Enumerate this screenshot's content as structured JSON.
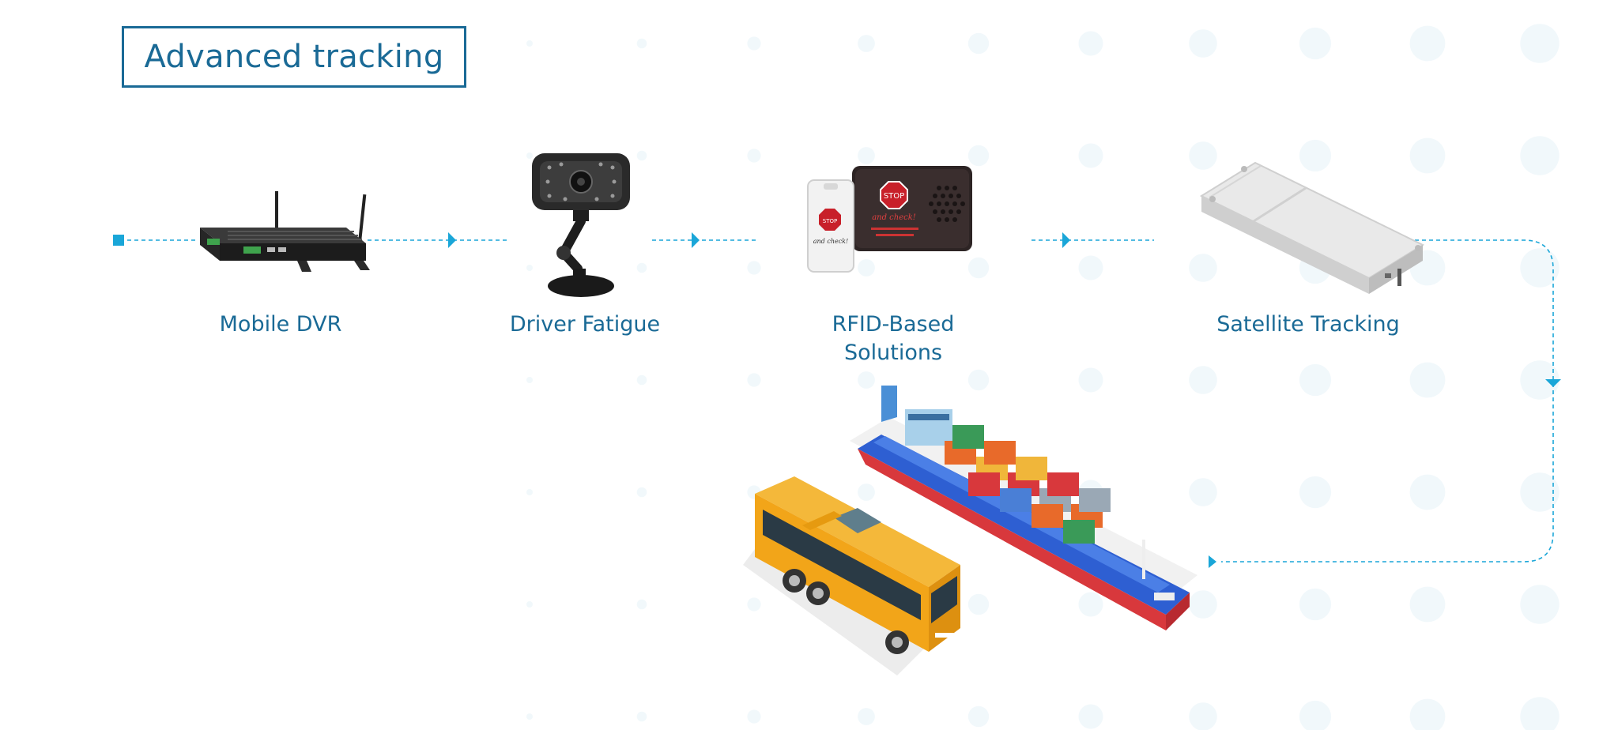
{
  "title": "Advanced tracking",
  "steps": [
    {
      "label": "Mobile DVR",
      "icon": "mobile-dvr-icon"
    },
    {
      "label": "Driver Fatigue",
      "icon": "driver-fatigue-camera-icon"
    },
    {
      "label": "RFID-Based\nSolutions",
      "icon": "rfid-stop-device-icon"
    },
    {
      "label": "Satellite Tracking",
      "icon": "satellite-tracker-icon"
    }
  ],
  "colors": {
    "title": "#1a6a96",
    "connector": "#1aa6d8",
    "dots": "#e6f2f8"
  }
}
